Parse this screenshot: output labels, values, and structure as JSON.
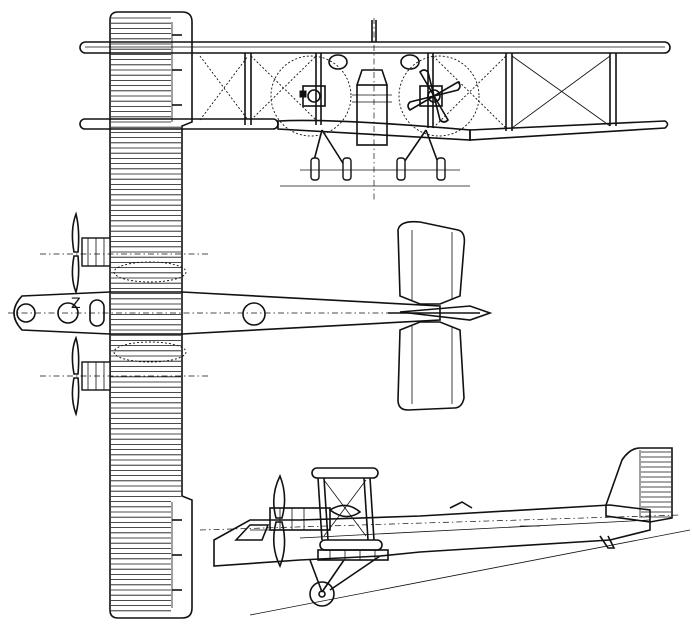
{
  "drawing": {
    "fuselage_marking": "Z"
  },
  "icons": {
    "front_view": "aircraft-front-view",
    "top_view": "aircraft-plan-view",
    "side_view": "aircraft-side-view"
  },
  "colors": {
    "ink": "#111111",
    "paper": "#ffffff"
  }
}
